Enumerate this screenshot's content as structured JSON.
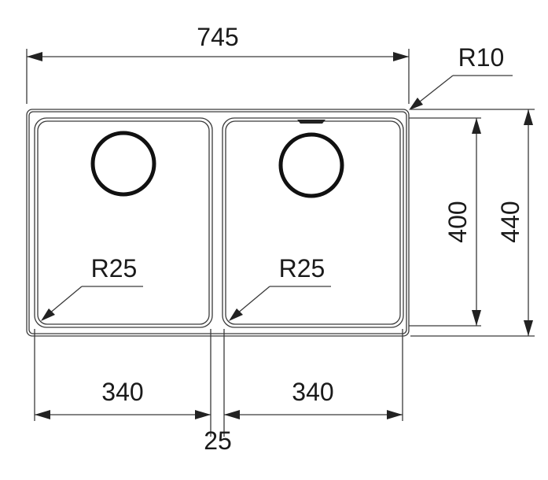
{
  "drawing": {
    "title": "Double bowl sink dimension drawing",
    "units": "mm"
  },
  "dimensions": {
    "overall_width": "745",
    "corner_radius_outer": "R10",
    "bowl_left_width": "340",
    "bowl_right_width": "340",
    "divider_width": "25",
    "bowl_height": "400",
    "overall_height": "440",
    "bowl_left_radius": "R25",
    "bowl_right_radius": "R25"
  }
}
